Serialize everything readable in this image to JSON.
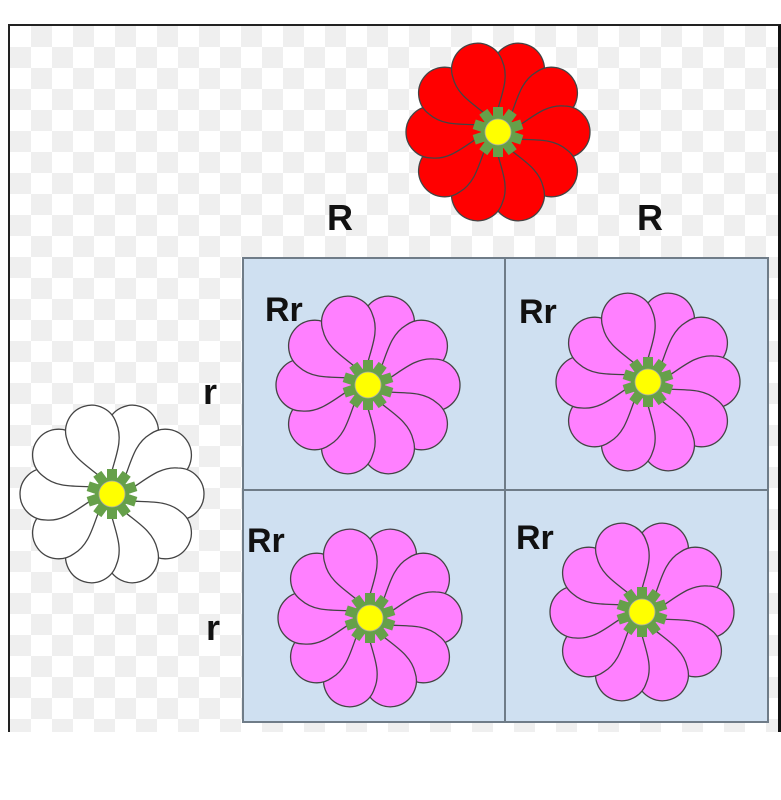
{
  "columns": [
    "R",
    "R"
  ],
  "rows": [
    "r",
    "r"
  ],
  "cells": [
    [
      "Rr",
      "Rr"
    ],
    [
      "Rr",
      "Rr"
    ]
  ],
  "colors": {
    "dominant_parent": "#ff0000",
    "recessive_parent": "#ffffff",
    "offspring": "#ff80ff",
    "grid_fill": "#cfe0f1",
    "sepal": "#66a04a",
    "center": "#ffff00"
  }
}
